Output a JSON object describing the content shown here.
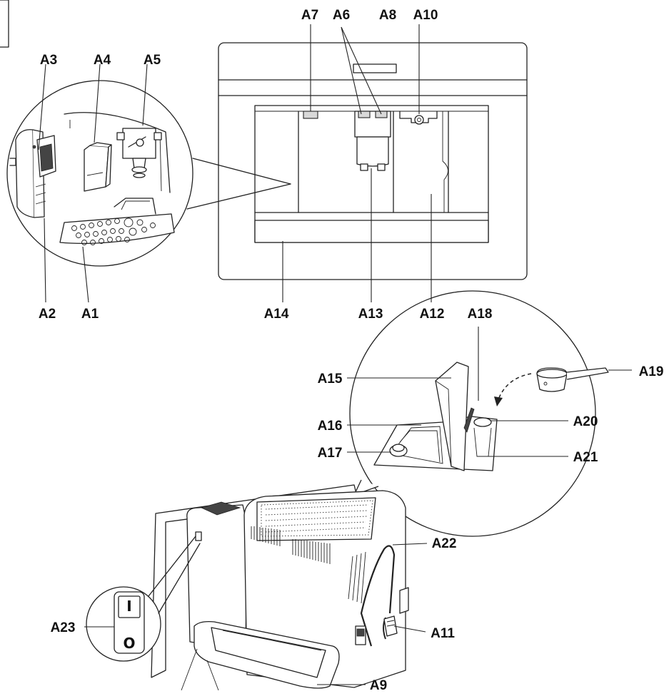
{
  "labels": {
    "a1": "A1",
    "a2": "A2",
    "a3": "A3",
    "a4": "A4",
    "a5": "A5",
    "a6": "A6",
    "a7": "A7",
    "a8": "A8",
    "a9": "A9",
    "a10": "A10",
    "a11": "A11",
    "a12": "A12",
    "a13": "A13",
    "a14": "A14",
    "a15": "A15",
    "a16": "A16",
    "a17": "A17",
    "a18": "A18",
    "a19": "A19",
    "a20": "A20",
    "a21": "A21",
    "a22": "A22",
    "a23": "A23"
  },
  "switch": {
    "on_mark": "I",
    "off_mark": "O"
  }
}
